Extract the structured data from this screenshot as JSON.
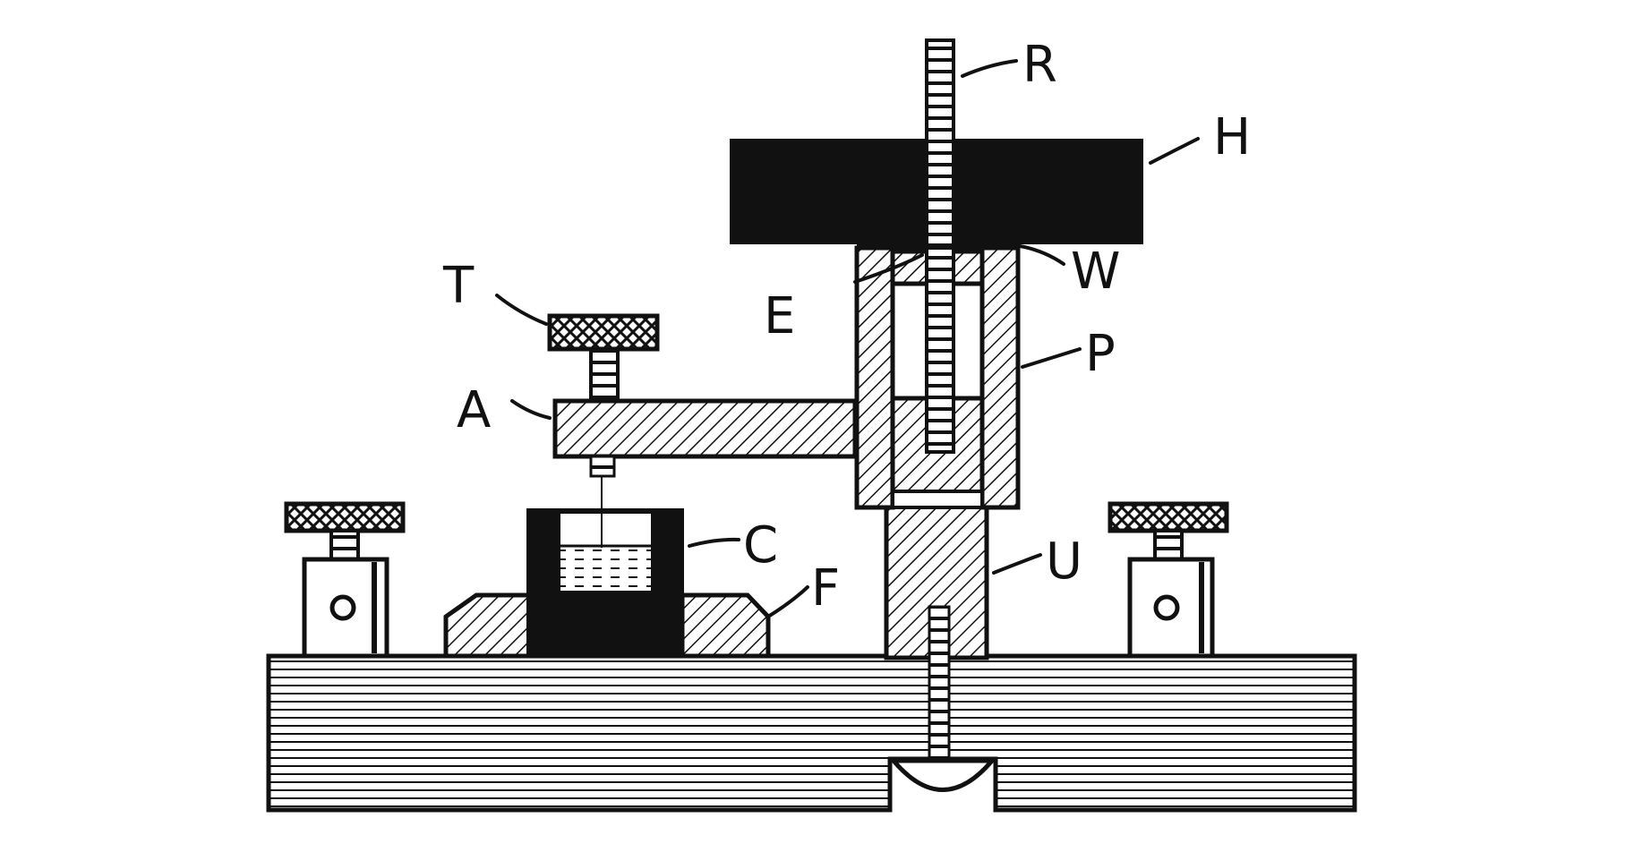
{
  "labels": {
    "R": "R",
    "H": "H",
    "W": "W",
    "E": "E",
    "T": "T",
    "P": "P",
    "A": "A",
    "C": "C",
    "U": "U",
    "F": "F"
  }
}
